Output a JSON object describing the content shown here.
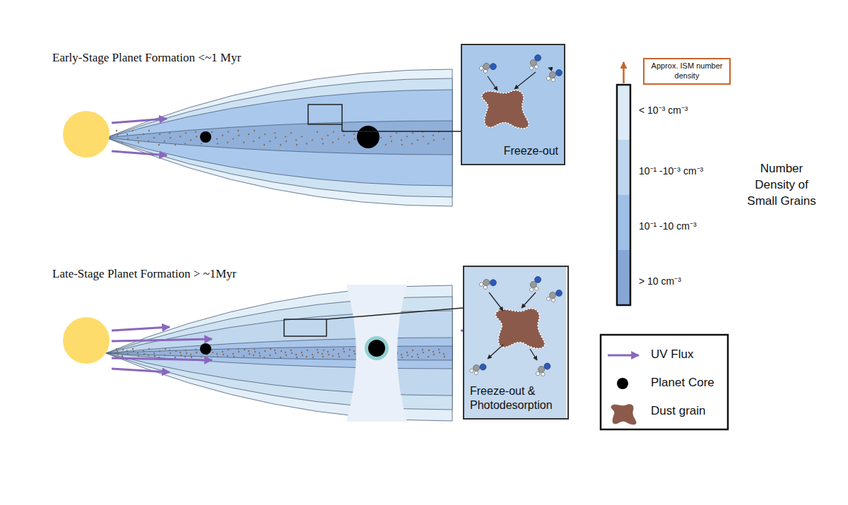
{
  "diagram": {
    "nodes": [
      {
        "text": [
          "Freeze-out"
        ]
      },
      {
        "text": [
          "Approx. ISM number density"
        ]
      },
      {
        "text": [
          "Freeze-out & Photodesorption"
        ]
      }
    ],
    "labels": [
      "Early-Stage Planet Formation <~1 Myr",
      "< 10⁻³ cm⁻³",
      "10⁻¹ -10⁻³ cm⁻³",
      "Number Density of Small Grains",
      "10⁻¹ -10 cm⁻³",
      "> 10 cm⁻³",
      "Late-Stage Planet Formation > ~1Myr"
    ],
    "legend": [
      {
        "text": "UV Flux"
      },
      {
        "text": "Planet Core"
      },
      {
        "text": "Dust grain"
      }
    ]
  }
}
